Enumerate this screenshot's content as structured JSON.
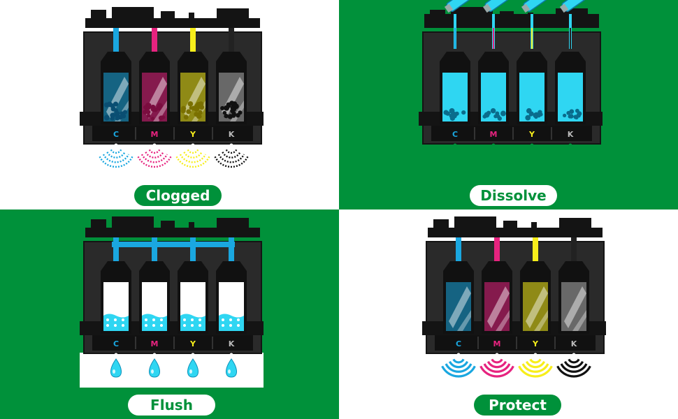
{
  "colors": {
    "green": "#00913a",
    "white": "#ffffff",
    "dark": "#141414",
    "body": "#2a2a2a",
    "cyan": "#1aa7e0",
    "magenta": "#e6237f",
    "yellow": "#f7ee1b",
    "black": "#3a3a3a",
    "flush_cyan": "#2fd6f2"
  },
  "cartridges": [
    {
      "letter": "C",
      "color": "#1aa7e0"
    },
    {
      "letter": "M",
      "color": "#e6237f"
    },
    {
      "letter": "Y",
      "color": "#f7ee1b"
    },
    {
      "letter": "K",
      "color": "#8a8a8a"
    }
  ],
  "panels": [
    {
      "key": "clogged",
      "label": "Clogged",
      "state": "clogged",
      "bg": "#ffffff"
    },
    {
      "key": "dissolve",
      "label": "Dissolve",
      "state": "dissolve",
      "bg": "#00913a"
    },
    {
      "key": "flush",
      "label": "Flush",
      "state": "flush",
      "bg": "#00913a"
    },
    {
      "key": "protect",
      "label": "Protect",
      "state": "protect",
      "bg": "#ffffff"
    }
  ],
  "icons": [
    "printhead-icon",
    "cartridge-icon",
    "syringe-icon",
    "droplet-icon",
    "spray-icon"
  ]
}
